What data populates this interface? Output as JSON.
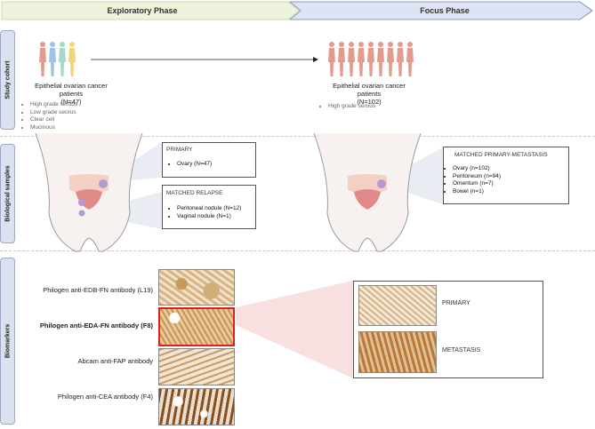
{
  "phases": {
    "exploratory": "Exploratory Phase",
    "focus": "Focus Phase"
  },
  "sections": {
    "cohort": "Study cohort",
    "samples": "Biological samples",
    "biomarkers": "Biomarkers"
  },
  "exploratory_cohort": {
    "title": "Epithelial ovarian cancer patients",
    "count": "(N=47)",
    "subtypes": [
      "High grade serous",
      "Low grade seorus",
      "Clear cell",
      "Mucinous"
    ]
  },
  "focus_cohort": {
    "title": "Epithelial ovarian cancer patients",
    "count": "(N=102)",
    "subtypes": [
      "High grade serous"
    ]
  },
  "primary_box": {
    "title": "PRIMARY",
    "items": [
      "Ovary (N=47)"
    ]
  },
  "relapse_box": {
    "title": "MATCHED RELAPSE",
    "items": [
      "Peritoneal nodule (N=12)",
      "Vaginal nodule (N=1)"
    ]
  },
  "matched_box": {
    "title": "MATCHED PRIMARY-METASTASIS",
    "items": [
      "Ovary (n=102)",
      "Peritoneum (n=94)",
      "Omentum (n=7)",
      "Bowel (n=1)"
    ]
  },
  "antibodies": [
    "Philogen anti-EDB-FN antibody (L19)",
    "Philogen anti-EDA-FN antibody (F8)",
    "Abcam anti-FAP antibody",
    "Philogen anti-CEA antibody (F4)"
  ],
  "zoom_labels": {
    "primary": "PRIMARY",
    "metastasis": "METASTASIS"
  },
  "colors": {
    "exploratory_arrow": "#eef3dc",
    "focus_arrow": "#dde3f2",
    "highlight": "#e0201a",
    "stain": "#b07a3c"
  }
}
